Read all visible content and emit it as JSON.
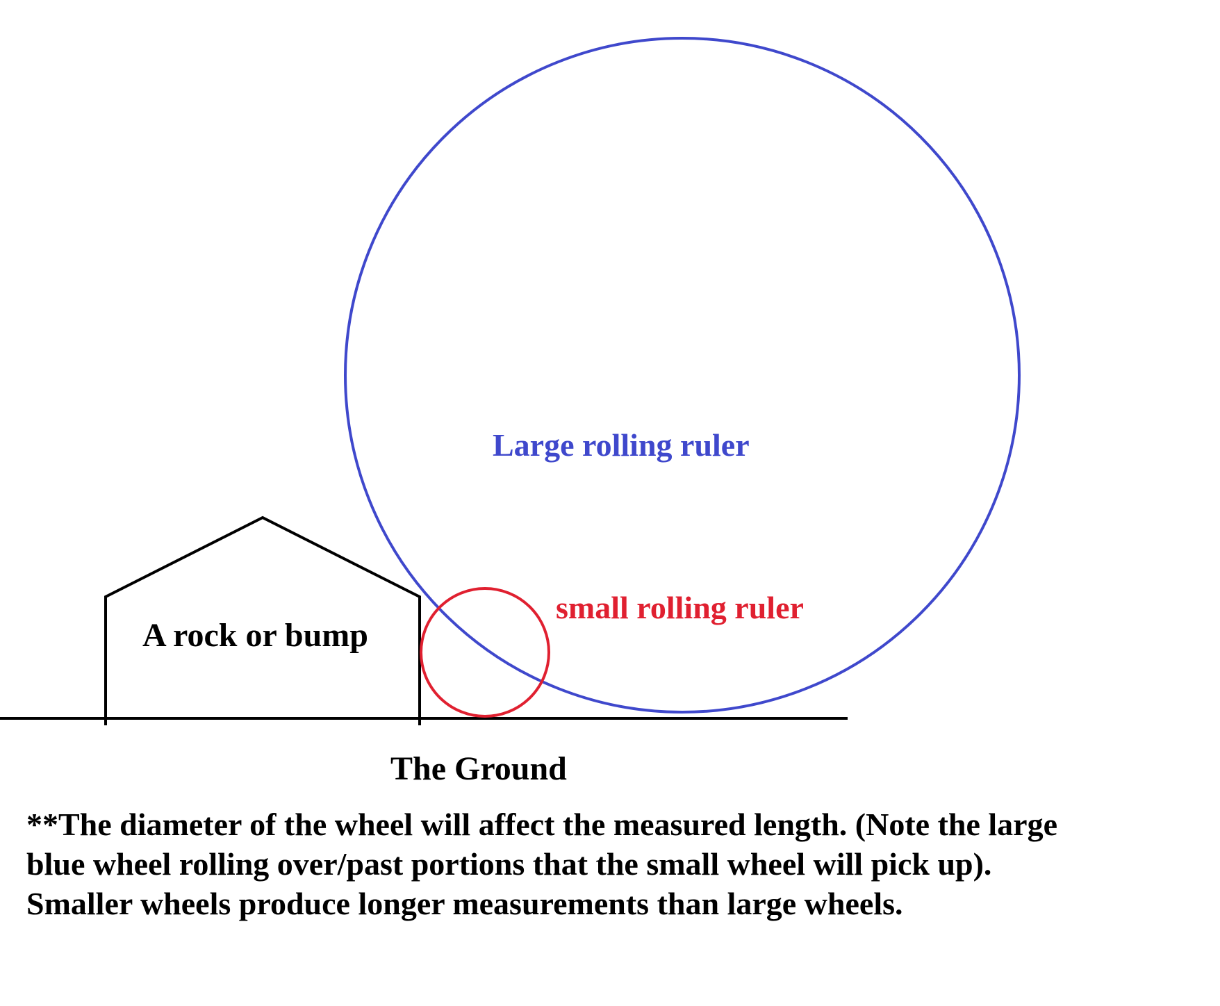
{
  "labels": {
    "large_ruler": "Large rolling ruler",
    "small_ruler": "small rolling ruler",
    "rock": "A rock or bump",
    "ground": "The Ground"
  },
  "note": {
    "line1": "**The diameter of the wheel will affect the measured length. (Note the large",
    "line2": "blue wheel rolling over/past portions that the small wheel will pick up).",
    "line3": "Smaller wheels produce longer measurements than large wheels."
  },
  "colors": {
    "large_wheel": "#3f48cc",
    "small_wheel": "#e02030",
    "outline": "#000000"
  }
}
